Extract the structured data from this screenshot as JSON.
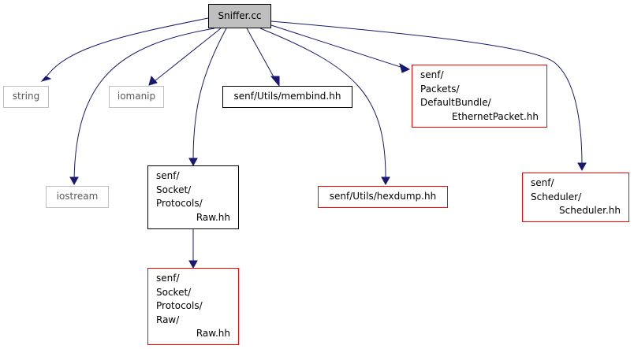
{
  "colors": {
    "edge": "#191970",
    "root_fill": "#bfbfbf",
    "system_header_border": "#bfbfbf",
    "documented_border": "#000000",
    "undocumented_border": "#ff0000"
  },
  "nodes": {
    "sniffer_cc": {
      "label": "Sniffer.cc"
    },
    "string": {
      "label": "string"
    },
    "iostream": {
      "label": "iostream"
    },
    "iomanip": {
      "label": "iomanip"
    },
    "membind": {
      "label": "senf/Utils/membind.hh"
    },
    "protocols_raw": {
      "lines": [
        "senf/",
        "Socket/",
        "Protocols/",
        "Raw.hh"
      ]
    },
    "protocols_raw_raw": {
      "lines": [
        "senf/",
        "Socket/",
        "Protocols/",
        "Raw/",
        "Raw.hh"
      ]
    },
    "hexdump": {
      "label": "senf/Utils/hexdump.hh"
    },
    "ethernet_packet": {
      "lines": [
        "senf/",
        "Packets/",
        "DefaultBundle/",
        "EthernetPacket.hh"
      ]
    },
    "scheduler": {
      "lines": [
        "senf/",
        "Scheduler/",
        "Scheduler.hh"
      ]
    }
  },
  "edges": [
    [
      "sniffer_cc",
      "string"
    ],
    [
      "sniffer_cc",
      "iostream"
    ],
    [
      "sniffer_cc",
      "iomanip"
    ],
    [
      "sniffer_cc",
      "protocols_raw"
    ],
    [
      "sniffer_cc",
      "membind"
    ],
    [
      "sniffer_cc",
      "hexdump"
    ],
    [
      "sniffer_cc",
      "ethernet_packet"
    ],
    [
      "sniffer_cc",
      "scheduler"
    ],
    [
      "protocols_raw",
      "protocols_raw_raw"
    ]
  ]
}
